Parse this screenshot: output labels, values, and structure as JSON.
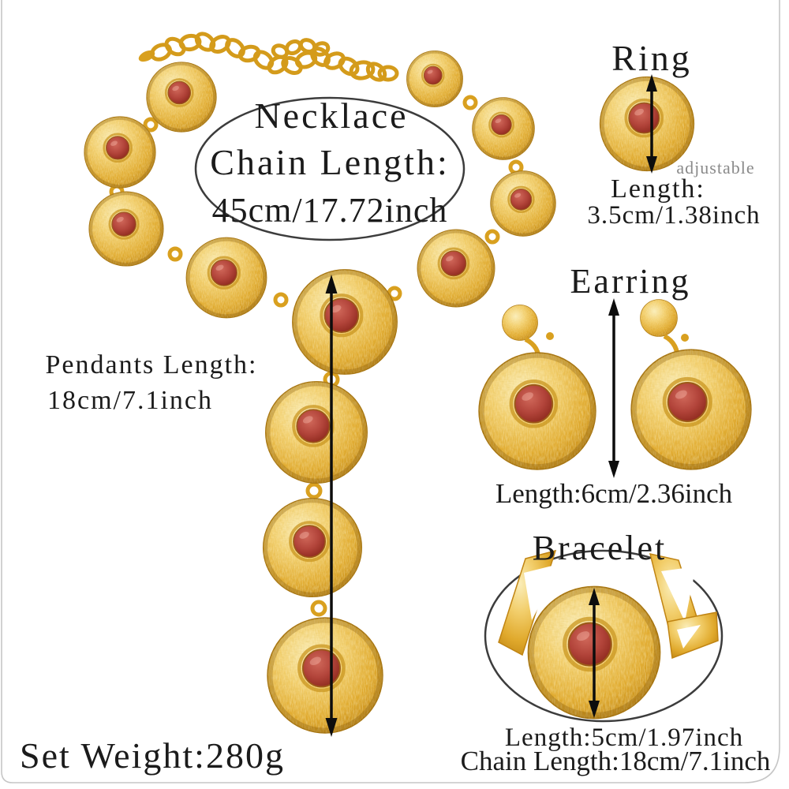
{
  "annotations": {
    "necklace": {
      "title": "Necklace",
      "chain_label": "Chain Length:",
      "chain_value": "45cm/17.72inch"
    },
    "pendants": {
      "label": "Pendants Length:",
      "value": "18cm/7.1inch"
    },
    "ring": {
      "title": "Ring",
      "note": "adjustable",
      "length_label": "Length:",
      "length_value": "3.5cm/1.38inch"
    },
    "earring": {
      "title": "Earring",
      "length": "Length:6cm/2.36inch"
    },
    "bracelet": {
      "title": "Bracelet",
      "length": "Length:5cm/1.97inch",
      "chain_length": "Chain Length:18cm/7.1inch"
    },
    "set_weight": "Set Weight:280g"
  },
  "colors": {
    "gold": "#E0A92C",
    "gold_light": "#FAEDB8",
    "gold_dark": "#C08413",
    "stone_red": "#B2443A",
    "annotation_line": "#3c3c3c",
    "arrow": "#0d0d0d",
    "text": "#1b1b1b",
    "muted_text": "#8a8a8a"
  }
}
